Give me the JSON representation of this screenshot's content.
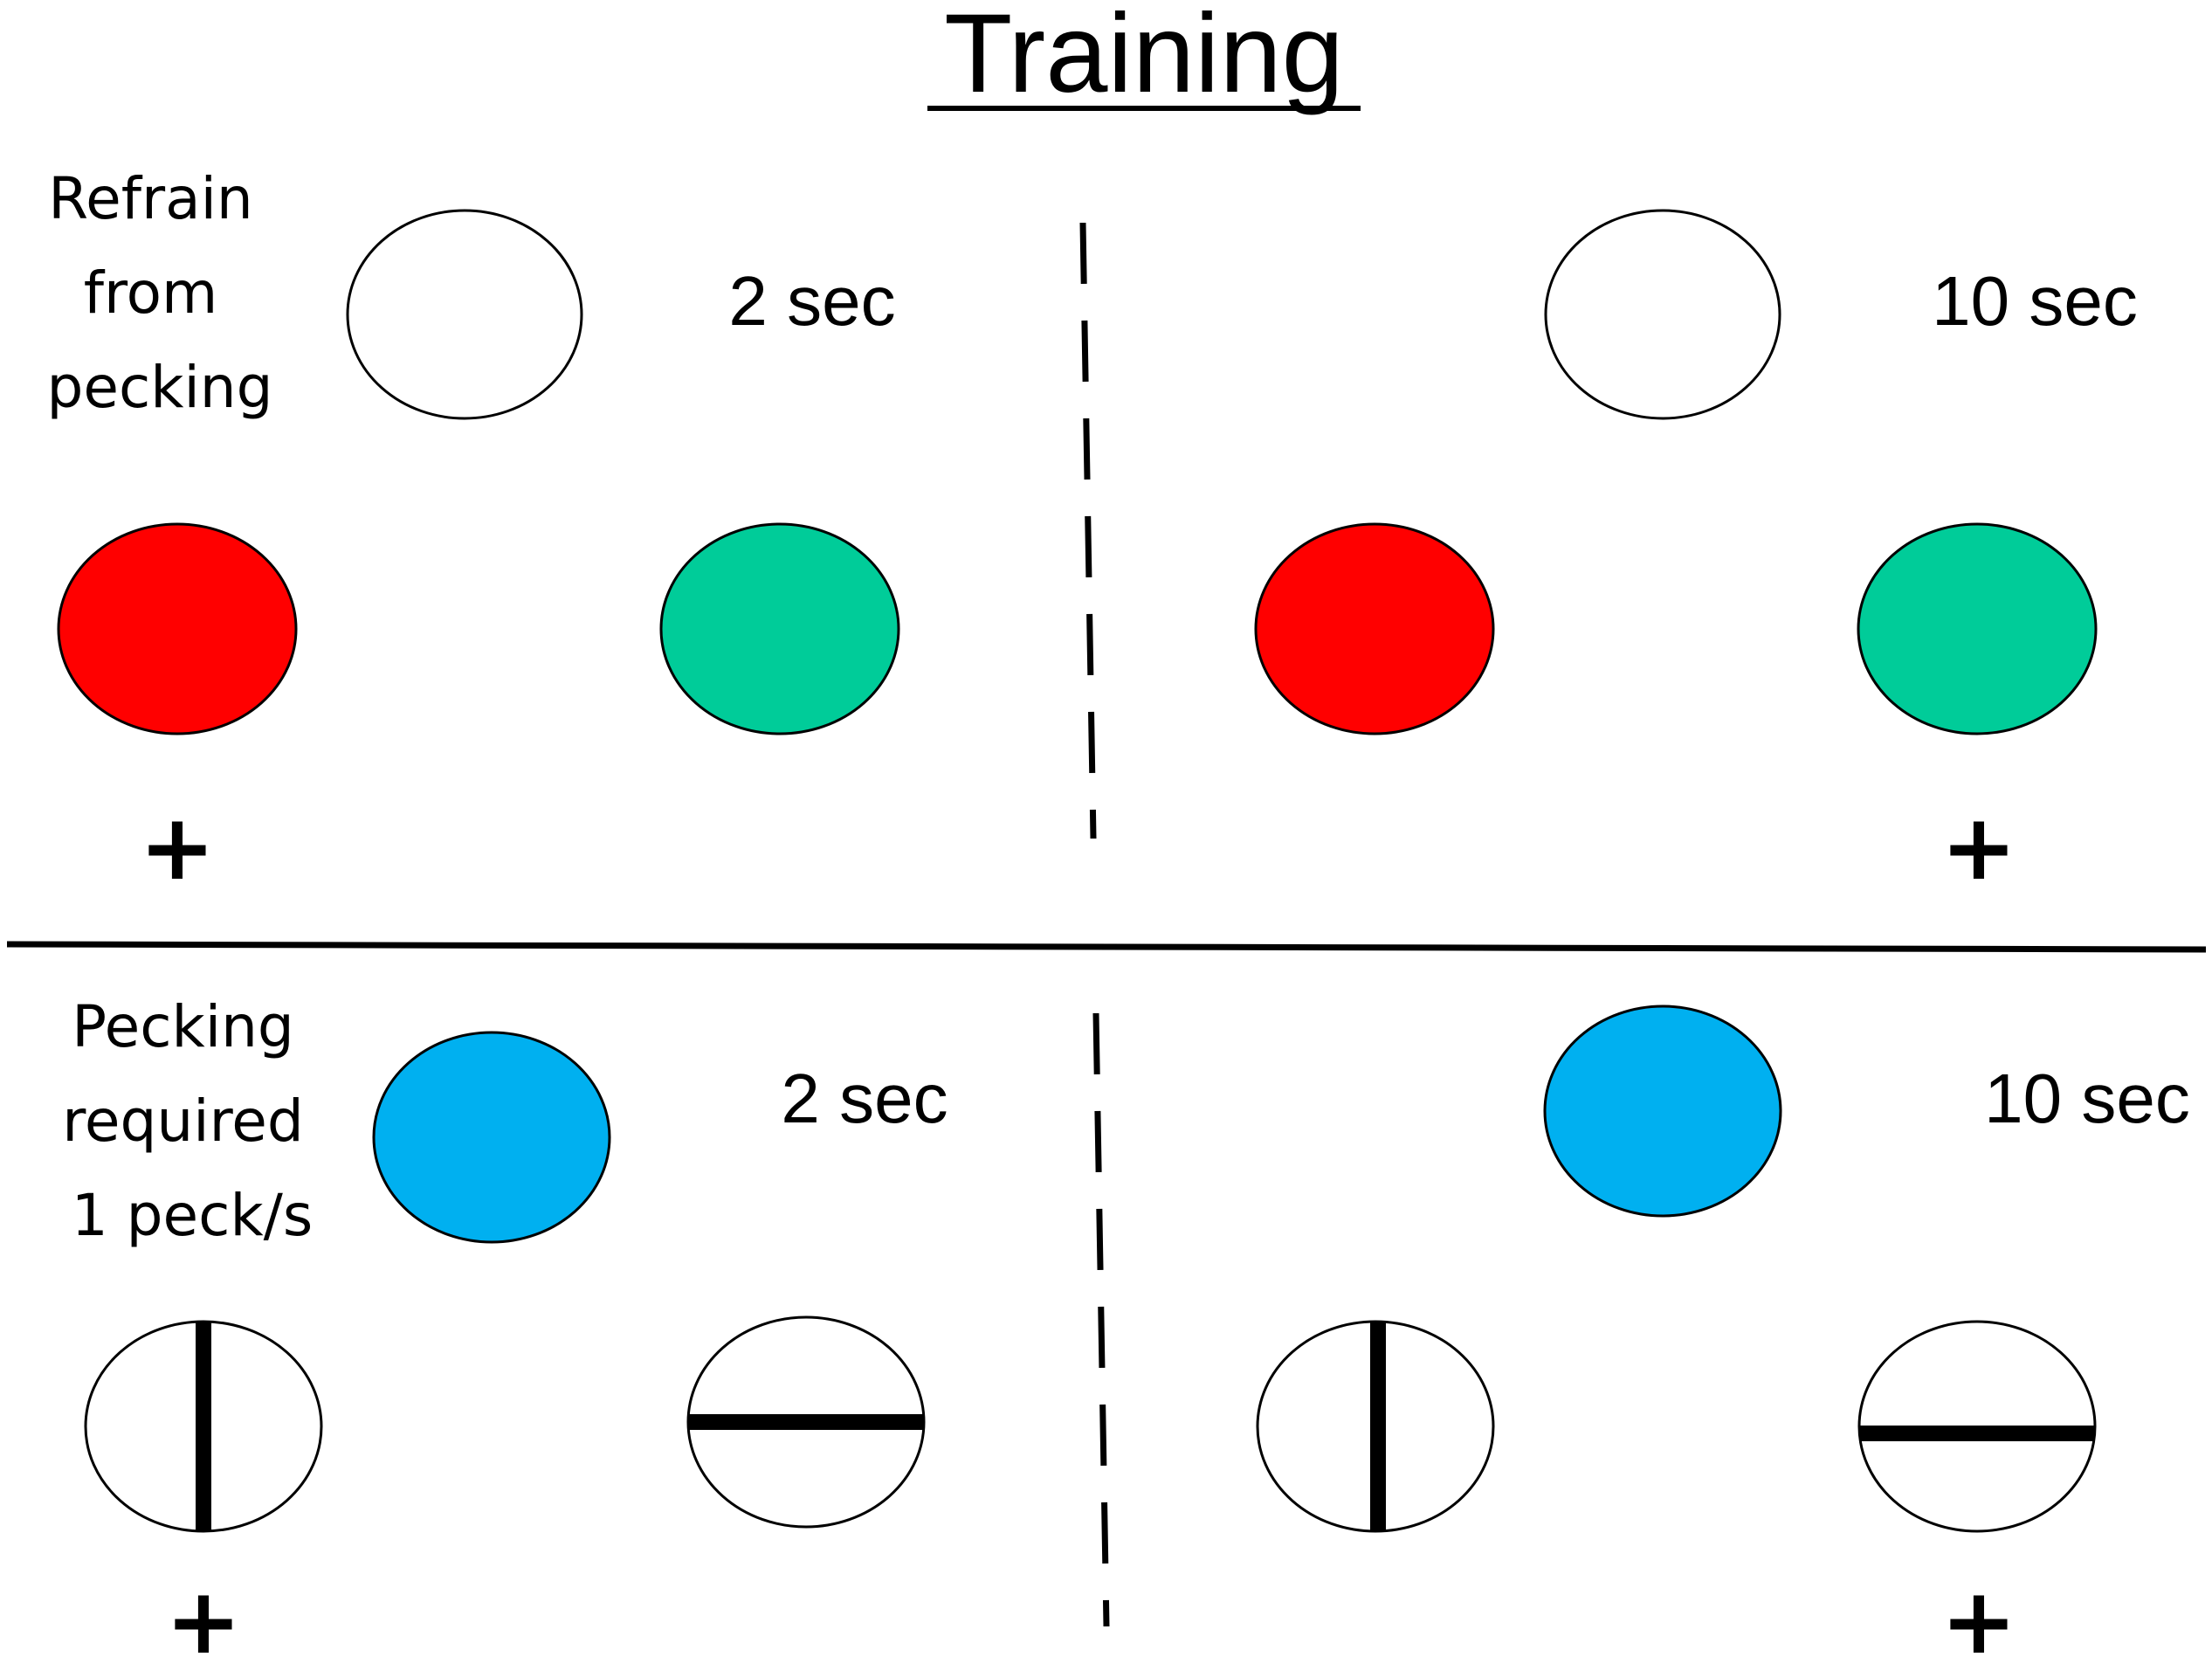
{
  "title": "Training",
  "colors": {
    "red": "#ff0000",
    "green": "#00cc99",
    "blue": "#00b0f0",
    "white": "#ffffff",
    "stroke": "#000000"
  },
  "top_section": {
    "instruction_lines": [
      "Refrain",
      "from",
      "pecking"
    ],
    "left_panel": {
      "sample_key": "white",
      "duration": "2 sec",
      "choice_left": "red",
      "choice_right": "green",
      "correct_mark": "+"
    },
    "right_panel": {
      "sample_key": "white",
      "duration": "10 sec",
      "choice_left": "red",
      "choice_right": "green",
      "correct_mark": "+"
    }
  },
  "bottom_section": {
    "instruction_lines": [
      "Pecking",
      "required",
      "1 peck/s"
    ],
    "left_panel": {
      "sample_key": "blue",
      "duration": "2 sec",
      "choice_left": "vertical-line",
      "choice_right": "horizontal-line",
      "correct_mark": "+"
    },
    "right_panel": {
      "sample_key": "blue",
      "duration": "10 sec",
      "choice_left": "vertical-line",
      "choice_right": "horizontal-line",
      "correct_mark": "+"
    }
  }
}
